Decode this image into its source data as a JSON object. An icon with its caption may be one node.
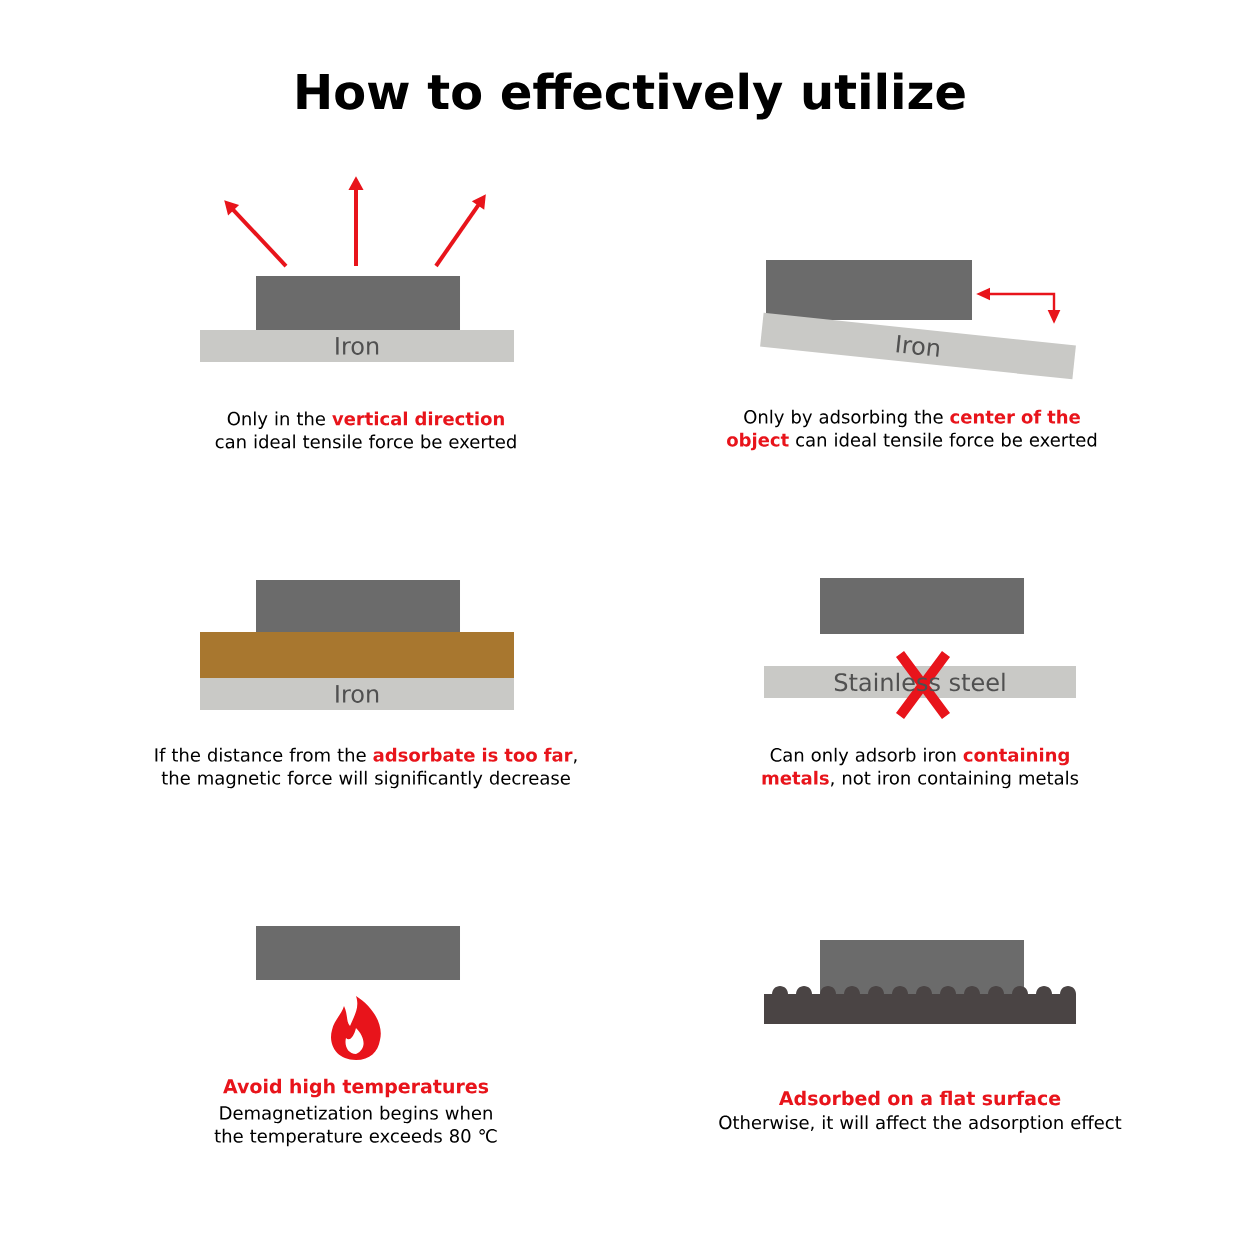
{
  "diagram": {
    "title": "How to effectively utilize",
    "nodes": [
      {
        "text": [
          "Iron"
        ]
      },
      {
        "text": [
          "Iron"
        ]
      },
      {
        "text": [
          "Iron"
        ]
      },
      {
        "text": [
          "Stainless steel"
        ]
      }
    ],
    "labels": [
      "Only in the **vertical direction** can ideal tensile force be exerted",
      "Only by adsorbing the **center of the object** can ideal tensile force be exerted",
      "If the distance from the **adsorbate is too far**, the magnetic force will significantly decrease",
      "Can only adsorb iron **containing metals**, not iron containing metals",
      "Avoid high temperatures",
      "Adsorbed on a flat surface",
      "Demagnetization begins when the temperature exceeds 80 ℃",
      "Otherwise, it will affect the adsorption effect"
    ]
  }
}
